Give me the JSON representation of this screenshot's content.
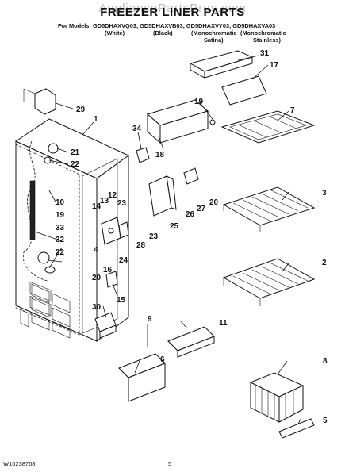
{
  "header": {
    "watermark": "AppliancePartsPros.com",
    "title": "FREEZER LINER PARTS",
    "models_prefix": "For Models:",
    "models": [
      "GD5DHAXVQ03,",
      "GD5DHAXVB03,",
      "GD5DHAXVY03,",
      "GD5DHAXVA03"
    ],
    "variants": [
      "(White)",
      "(Black)",
      "(Monochromatic",
      "(Monochromatic"
    ],
    "variants_line2": [
      "Satina)",
      "Stainless)"
    ]
  },
  "callouts": [
    "31",
    "17",
    "29",
    "1",
    "19",
    "7",
    "34",
    "21",
    "22",
    "18",
    "10",
    "19",
    "13",
    "12",
    "23",
    "33",
    "14",
    "20",
    "32",
    "27",
    "26",
    "3",
    "22",
    "25",
    "23",
    "28",
    "4",
    "24",
    "16",
    "20",
    "30",
    "15",
    "9",
    "11",
    "2",
    "6",
    "8",
    "5"
  ],
  "footer": {
    "doc_number": "W10238768",
    "page": "5"
  }
}
